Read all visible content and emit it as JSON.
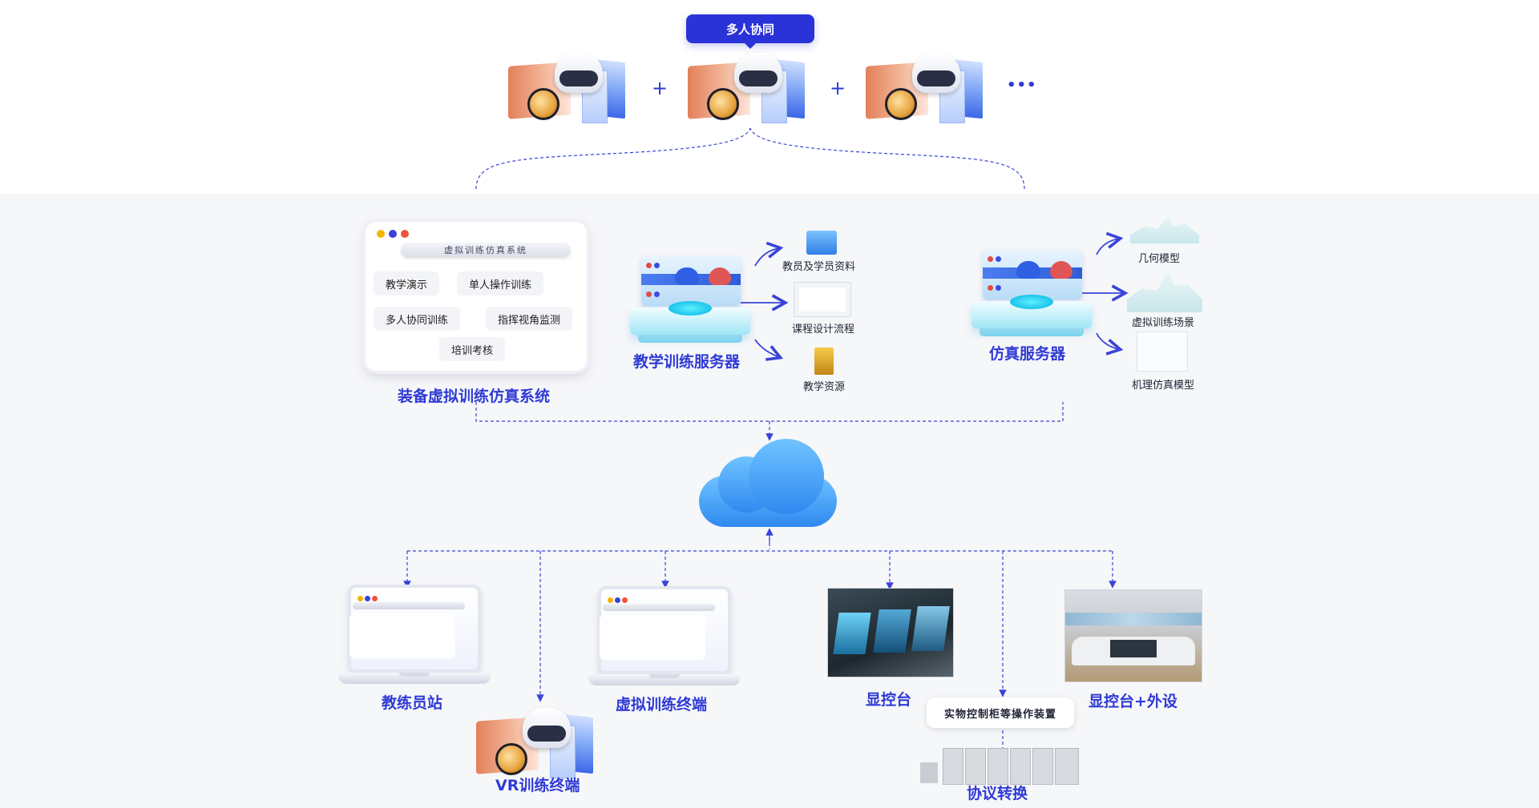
{
  "top": {
    "pill_label": "多人协同",
    "plus_1": "+",
    "plus_2": "+",
    "more": "•••"
  },
  "system_window": {
    "title": "虚拟训练仿真系统",
    "buttons": [
      "教学演示",
      "单人操作训练",
      "多人协同训练",
      "指挥视角监测",
      "培训考核"
    ],
    "caption": "装备虚拟训练仿真系统",
    "dot_colors": [
      "#f5b400",
      "#3a3fd8",
      "#f0523a"
    ]
  },
  "teaching_server": {
    "caption": "教学训练服务器",
    "outputs": [
      "教员及学员资料",
      "课程设计流程",
      "教学资源"
    ]
  },
  "sim_server": {
    "caption": "仿真服务器",
    "outputs": [
      "几何模型",
      "虚拟训练场景",
      "机理仿真模型"
    ]
  },
  "terminals": {
    "instructor": "教练员站",
    "vr": "VR训练终端",
    "virtual": "虚拟训练终端",
    "console": "显控台",
    "console_peripheral": "显控台+外设",
    "physical_tag": "实物控制柜等操作装置",
    "protocol": "协议转换"
  },
  "colors": {
    "accent": "#2f3ad6",
    "line": "#3a44d8"
  }
}
